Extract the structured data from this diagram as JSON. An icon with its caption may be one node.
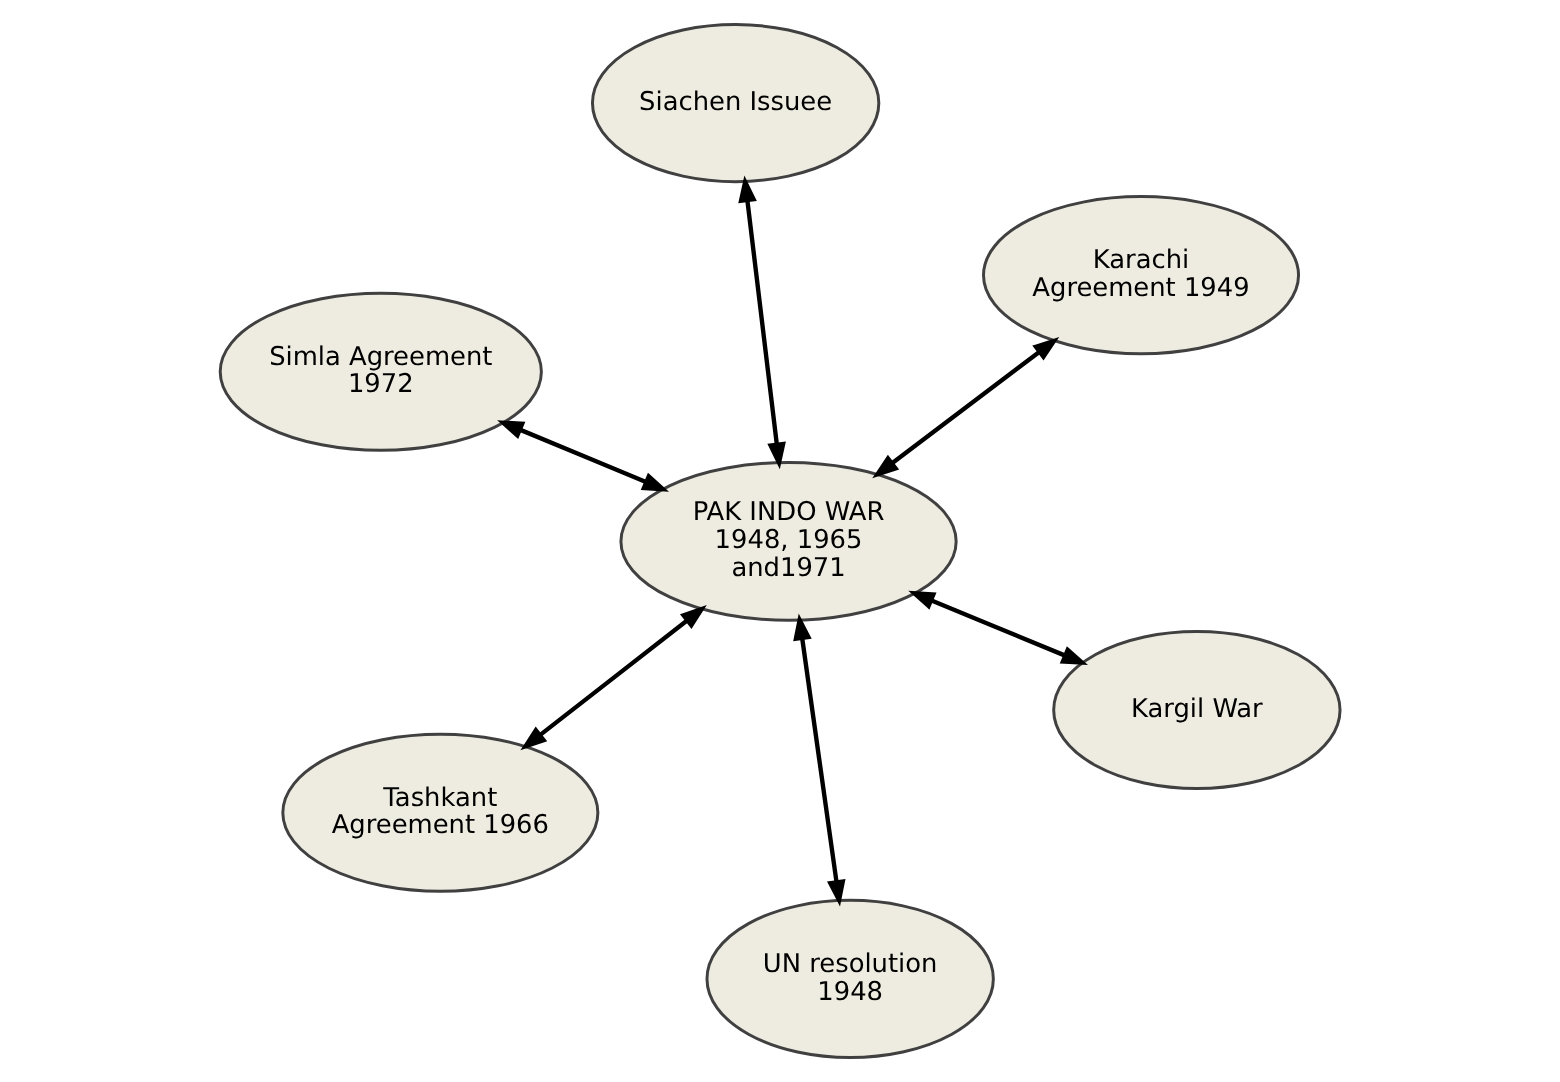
{
  "diagram": {
    "nodes": [
      {
        "text": [
          "Simla Agreement 1972"
        ]
      },
      {
        "text": [
          "Kargil War"
        ]
      },
      {
        "text": [
          "UN resolution 1948"
        ]
      },
      {
        "text": [
          "PAK INDO WAR 1948, 1965 and1971"
        ]
      },
      {
        "text": [
          "Karachi Agreement 1949"
        ]
      },
      {
        "text": [
          "Siachen Issuee"
        ]
      },
      {
        "text": [
          "Tashkant Agreement 1966"
        ]
      }
    ],
    "edges": [
      {
        "from": 3,
        "to": 0,
        "arrow": "both"
      },
      {
        "from": 3,
        "to": 1,
        "arrow": "both"
      },
      {
        "from": 3,
        "to": 2,
        "arrow": "both"
      },
      {
        "from": 3,
        "to": 4,
        "arrow": "both"
      },
      {
        "from": 3,
        "to": 5,
        "arrow": "both"
      },
      {
        "from": 3,
        "to": 6,
        "arrow": "both"
      }
    ]
  }
}
